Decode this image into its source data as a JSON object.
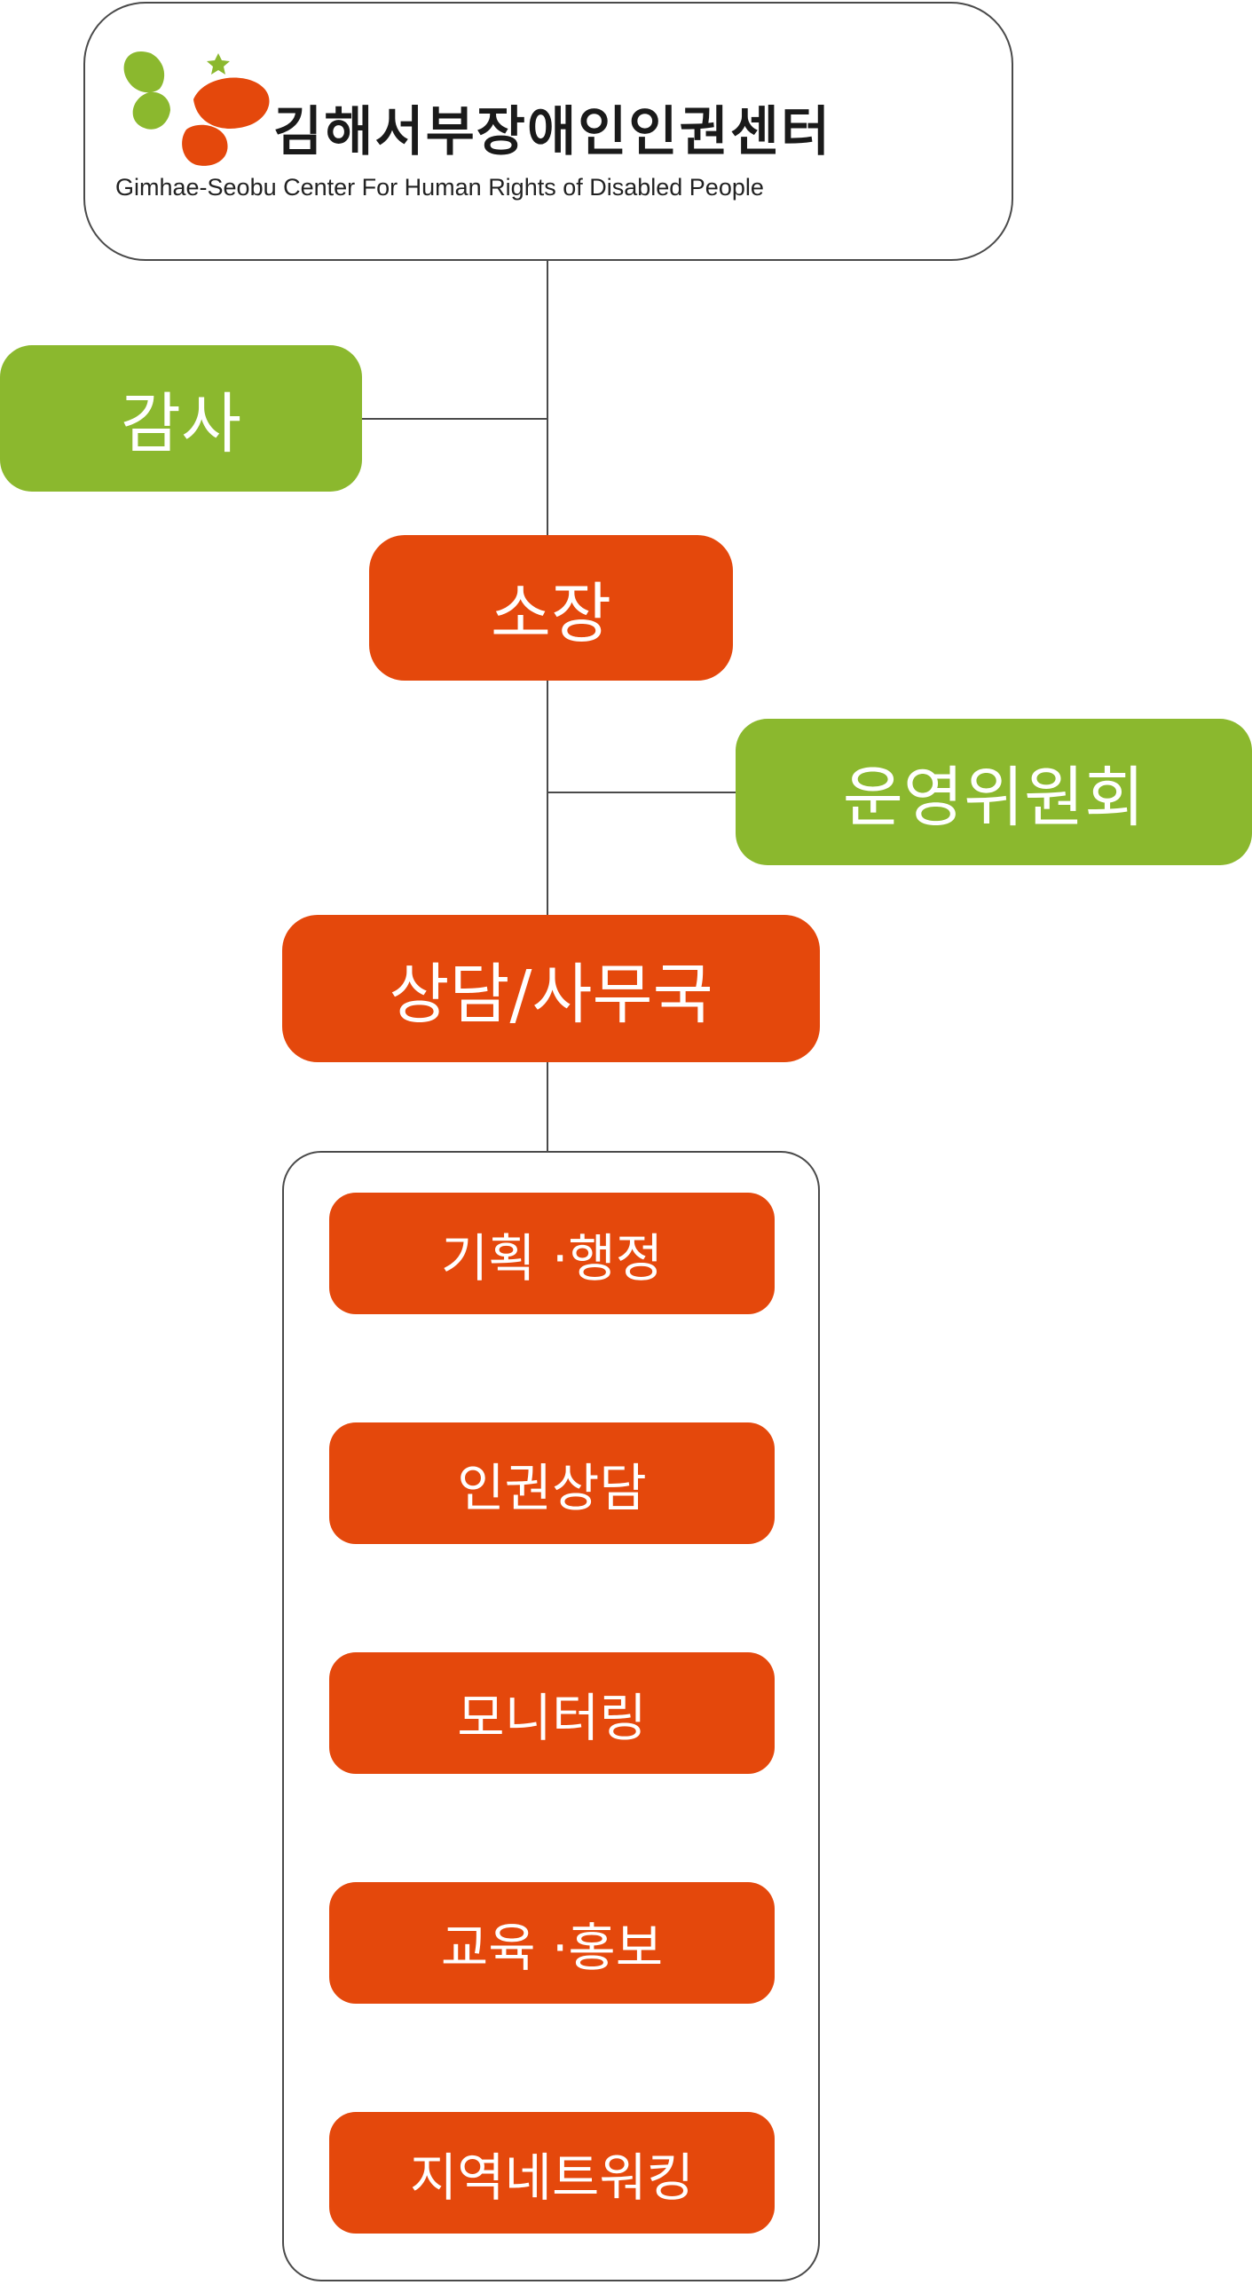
{
  "logo": {
    "title_ko": "김해서부장애인인권센터",
    "title_en": "Gimhae-Seobu Center For Human Rights of Disabled People",
    "colors": {
      "green": "#8bb82e",
      "orange": "#e4480c"
    }
  },
  "nodes": {
    "audit": "감사",
    "director": "소장",
    "steering_committee": "운영위원회",
    "office": "상담/사무국"
  },
  "departments": [
    {
      "label": "기획 ·행정"
    },
    {
      "label": "인권상담"
    },
    {
      "label": "모니터링"
    },
    {
      "label": "교육 ·홍보"
    },
    {
      "label": "지역네트워킹"
    }
  ],
  "colors": {
    "green": "#8bb82e",
    "orange": "#e4480c",
    "line": "#4a4a4a"
  }
}
